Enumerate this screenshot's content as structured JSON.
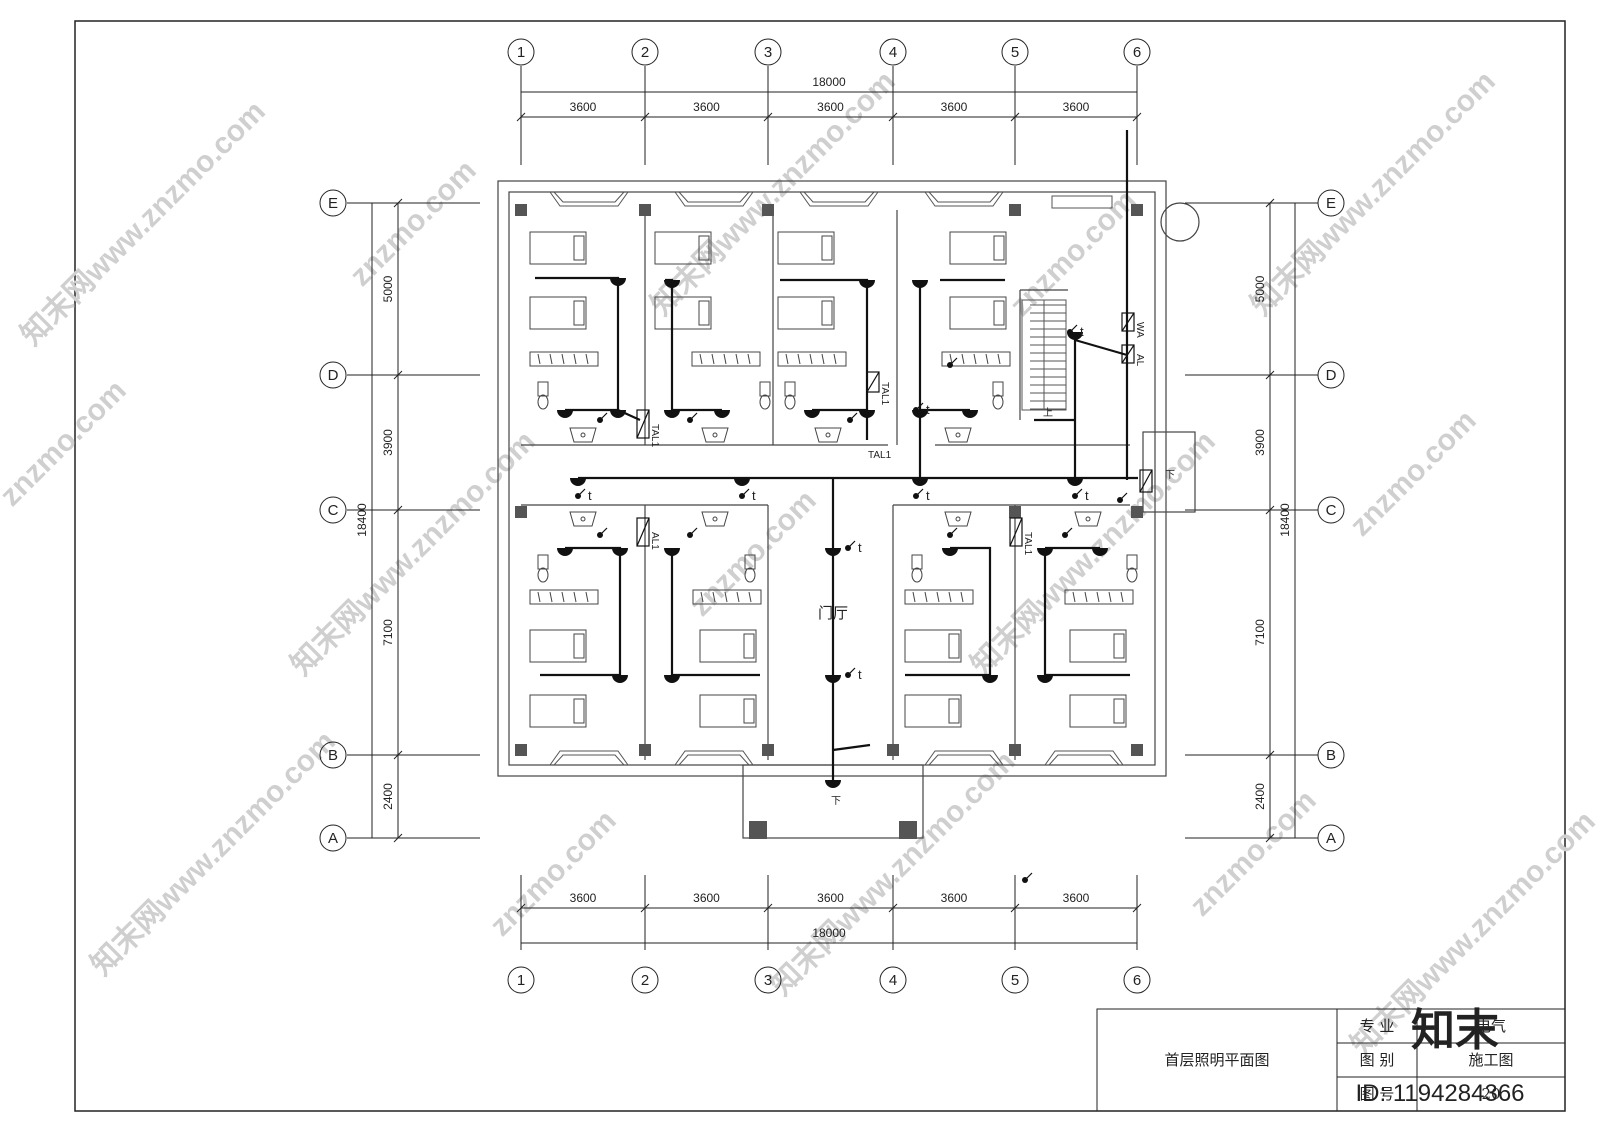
{
  "grid": {
    "columns": [
      "1",
      "2",
      "3",
      "4",
      "5",
      "6"
    ],
    "rows": [
      "E",
      "D",
      "C",
      "B",
      "A"
    ]
  },
  "dimensions": {
    "horizontal_total": "18000",
    "horizontal_spans": [
      "3600",
      "3600",
      "3600",
      "3600",
      "3600"
    ],
    "vertical_total": "18400",
    "vertical_spans": [
      "5000",
      "3900",
      "7100",
      "2400"
    ]
  },
  "labels": {
    "hall": "门厅",
    "down": "下",
    "up": "上",
    "switch_t": "t",
    "panel_al1": "AL1",
    "panel_tal1": "TAL1",
    "panel_wa": "WA",
    "panel_al": "AL"
  },
  "title_block": {
    "drawing_title": "首层照明平面图",
    "discipline_label": "专  业",
    "discipline_value": "电气",
    "category_label": "图  别",
    "category_value": "施工图",
    "number_label": "图  号",
    "number_value": "20"
  },
  "watermark": {
    "brand": "知末",
    "site": "知末网www.znzmo.com",
    "domain": "znzmo.com",
    "id": "ID: 1194284366"
  },
  "colors": {
    "line": "#222222",
    "column": "#555555",
    "watermark": "#cfcfcf"
  }
}
